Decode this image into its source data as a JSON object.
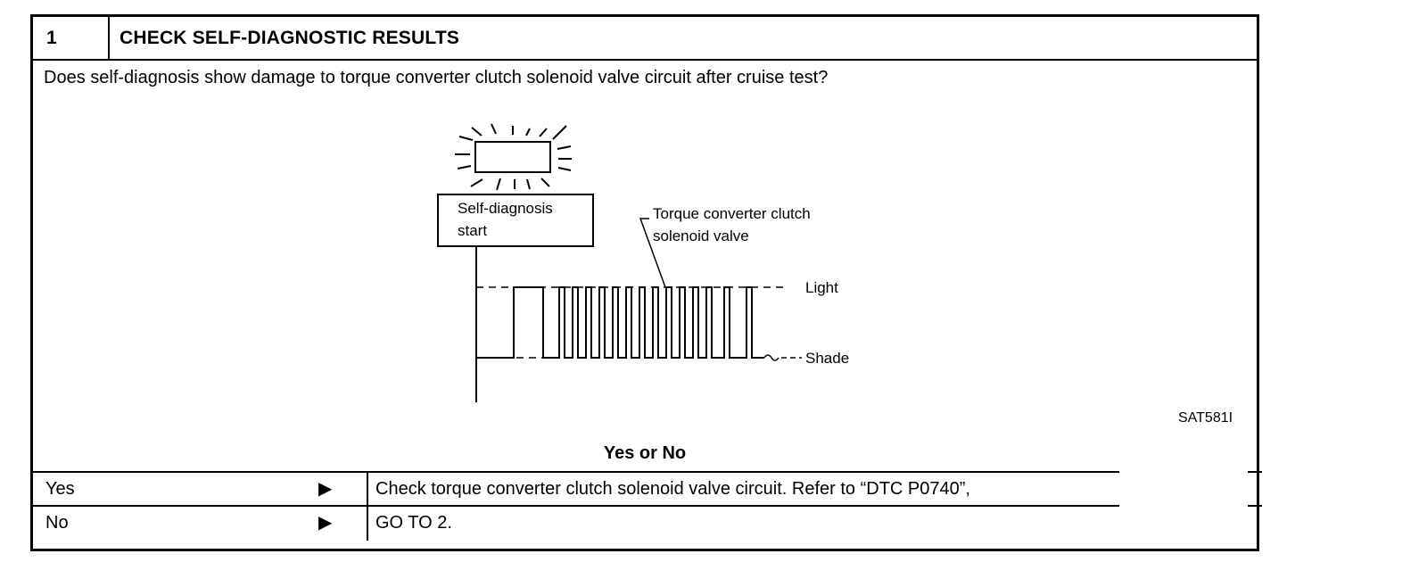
{
  "step": {
    "number": "1",
    "title": "CHECK SELF-DIAGNOSTIC RESULTS"
  },
  "question": "Does self-diagnosis show damage to torque converter clutch solenoid valve circuit after cruise test?",
  "figure": {
    "start_label_line1": "Self-diagnosis",
    "start_label_line2": "start",
    "callout_line1": "Torque converter clutch",
    "callout_line2": "solenoid valve",
    "level_high": "Light",
    "level_low": "Shade",
    "figure_code": "SAT581I"
  },
  "decision": {
    "heading": "Yes or No",
    "arrow_glyph": "▶",
    "rows": [
      {
        "answer": "Yes",
        "action": "Check torque converter clutch solenoid valve circuit. Refer to “DTC P0740”,"
      },
      {
        "answer": "No",
        "action": "GO TO 2."
      }
    ]
  }
}
